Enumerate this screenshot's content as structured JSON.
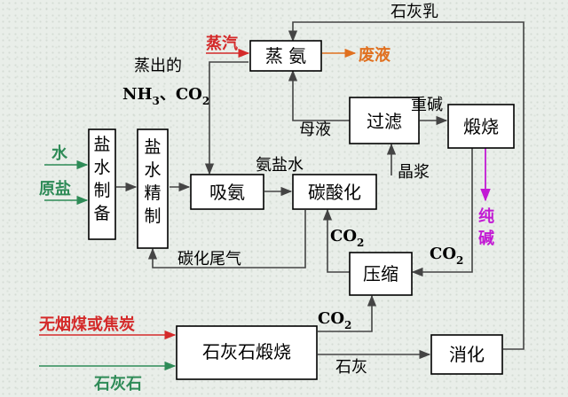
{
  "boxes": {
    "zhengan": "蒸 氨",
    "guolv": "过滤",
    "duanshao": "煅烧",
    "xian": "吸氨",
    "tansuanhua": "碳酸化",
    "yasuo": "压缩",
    "shihuishi_duanshao": "石灰石煅烧",
    "xiaohua": "消化",
    "yanshui_zhibei": "盐水制备",
    "yanshui_jingzhi": "盐水精制"
  },
  "labels": {
    "shihuiru": "石灰乳",
    "zhengqi": "蒸汽",
    "feiye": "废液",
    "zhengchude": "蒸出的",
    "nh3": "NH",
    "sub3": "3",
    "sep": "、",
    "co": "CO",
    "sub2": "2",
    "muye": "母液",
    "zhongjian": "重碱",
    "anyanshui": "氨盐水",
    "jingjiang": "晶浆",
    "shui": "水",
    "yuanyan": "原盐",
    "chunjian_1": "纯",
    "chunjian_2": "碱",
    "tanhua_weiqi": "碳化尾气",
    "co2_a": "CO",
    "co2_b": "CO",
    "co2_c": "CO",
    "wuyanmei": "无烟煤或焦炭",
    "shihui": "石灰",
    "shihuishi": "石灰石"
  },
  "colors": {
    "accent_red": "#d42a2a",
    "accent_orange": "#e0701f",
    "accent_magenta": "#c219d4",
    "accent_green": "#2e8b57"
  }
}
